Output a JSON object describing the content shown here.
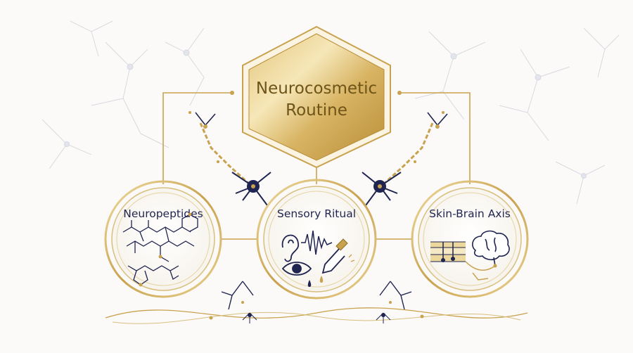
{
  "diagram": {
    "central": {
      "line1": "Neurocosmetic",
      "line2": "Routine"
    },
    "nodes": [
      {
        "label": "Neuropeptides",
        "icon": "peptide-molecule-icon"
      },
      {
        "label": "Sensory Ritual",
        "icon": "ear-eye-dropper-icon"
      },
      {
        "label": "Skin-Brain Axis",
        "icon": "skin-brain-icon"
      }
    ]
  },
  "colors": {
    "gold": "#c9a24f",
    "gold_light": "#ecd79c",
    "gold_dark": "#8f6c22",
    "navy": "#1f2450",
    "background": "#fbfaf8"
  }
}
